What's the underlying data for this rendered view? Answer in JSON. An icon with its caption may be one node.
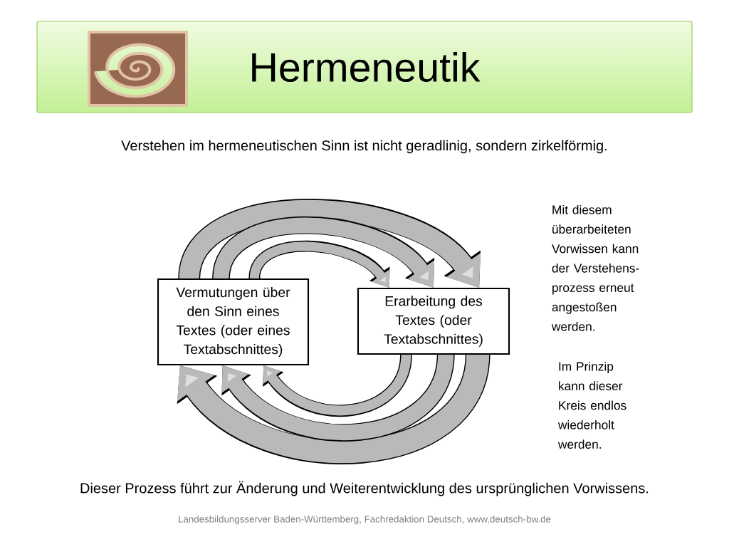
{
  "diagram": {
    "title": "Hermeneutik",
    "nodes": [
      {
        "text": [
          "Vermutungen über den Sinn eines Textes (oder eines Textabschnittes)"
        ]
      },
      {
        "text": [
          "Erarbeitung des Textes (oder Textabschnittes)"
        ]
      }
    ],
    "edges": [
      {
        "from": 0,
        "to": 1,
        "arrow": "to"
      },
      {
        "from": 0,
        "to": 1,
        "arrow": "to"
      },
      {
        "from": 0,
        "to": 1,
        "arrow": "to"
      },
      {
        "from": 1,
        "to": 0,
        "arrow": "to"
      },
      {
        "from": 1,
        "to": 0,
        "arrow": "to"
      },
      {
        "from": 1,
        "to": 0,
        "arrow": "to"
      }
    ],
    "labels": [
      "Verstehen im hermeneutischen Sinn ist nicht geradlinig, sondern zirkelförmig.",
      "Mit diesem überarbeiteten Vorwissen kann der Verstehens- prozess erneut angestoßen werden.",
      "Im Prinzip kann dieser Kreis endlos wiederholt werden.",
      "Dieser Prozess führt zur Änderung und Weiterentwicklung des ursprünglichen Vorwissens.",
      "Landesbildungsserver Baden-Württemberg, Fachredaktion Deutsch, www.deutsch-bw.de"
    ]
  }
}
